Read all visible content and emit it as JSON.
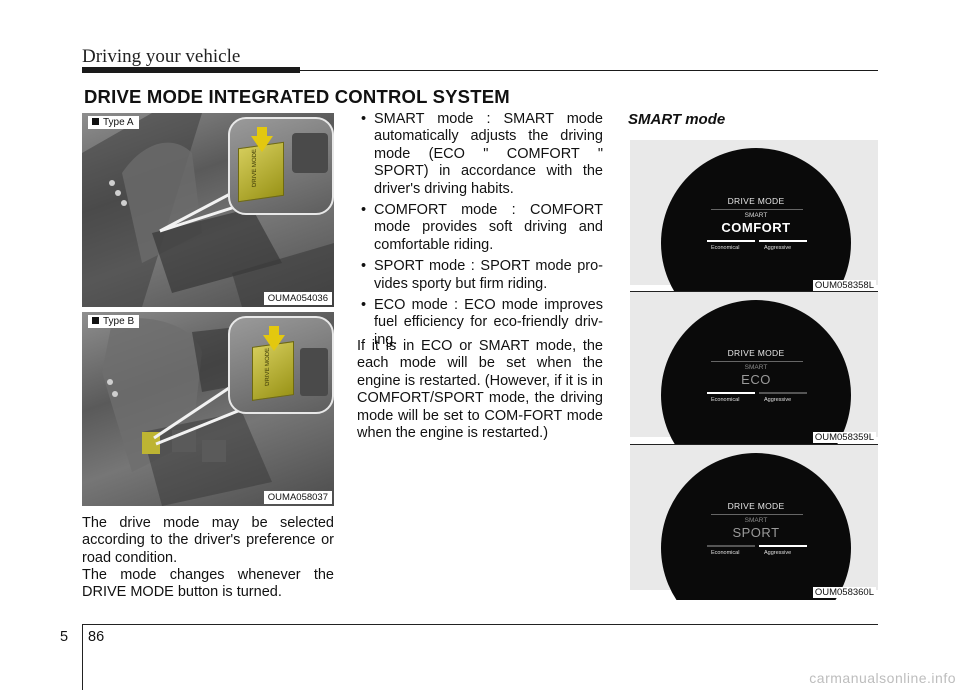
{
  "header": {
    "title": "Driving your vehicle"
  },
  "section_title": "DRIVE MODE INTEGRATED CONTROL SYSTEM",
  "figures": {
    "type_a": {
      "tag": "Type A",
      "code": "OUMA054036",
      "button_text": "DRIVE\nMODE"
    },
    "type_b": {
      "tag": "Type B",
      "code": "OUMA058037",
      "button_text": "DRIVE\nMODE"
    }
  },
  "left_text": {
    "p1": "The drive mode may be selected according to the driver's preference or road condition.",
    "p2": "The mode changes whenever the DRIVE MODE button is turned."
  },
  "bullets": [
    "SMART mode : SMART mode automatically adjusts the driving mode (ECO \" COMFORT \" SPORT) in accordance with the driver's driving habits.",
    "COMFORT mode : COMFORT mode provides soft driving and comfortable riding.",
    "SPORT mode : SPORT mode pro-vides sporty but firm riding.",
    "ECO mode : ECO mode improves fuel efficiency for eco-friendly driv-ing."
  ],
  "note": "If it is in ECO or SMART mode, the each mode will be set when the engine is restarted. (However, if it is in COMFORT/SPORT mode, the driving mode will be set to COM-FORT mode when the engine is restarted.)",
  "smart_heading": "SMART mode",
  "displays": [
    {
      "title": "DRIVE MODE",
      "smart": "SMART",
      "mode": "COMFORT",
      "left": "Economical",
      "right": "Aggressive",
      "code": "OUM058358L",
      "active": "both"
    },
    {
      "title": "DRIVE MODE",
      "smart": "SMART",
      "mode": "ECO",
      "left": "Economical",
      "right": "Aggressive",
      "code": "OUM058359L",
      "active": "left"
    },
    {
      "title": "DRIVE MODE",
      "smart": "SMART",
      "mode": "SPORT",
      "left": "Economical",
      "right": "Aggressive",
      "code": "OUM058360L",
      "active": "right"
    }
  ],
  "footer": {
    "chapter": "5",
    "page": "86",
    "watermark": "carmanualsonline.info"
  },
  "colors": {
    "button": "#bdb433",
    "arrow": "#e3c80f",
    "display_bg": "#0a0a0a"
  }
}
